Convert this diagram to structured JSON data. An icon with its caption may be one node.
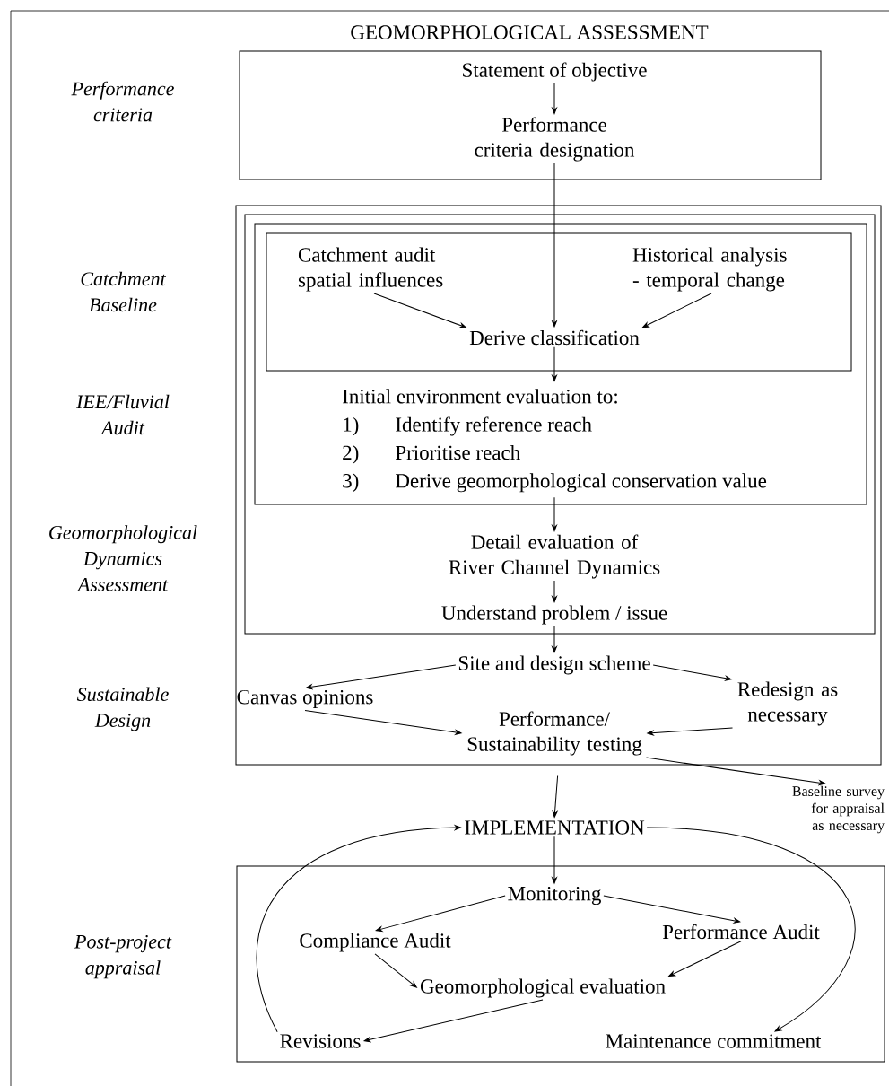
{
  "diagram": {
    "title": "GEOMORPHOLOGICAL ASSESSMENT",
    "nodes": [
      {
        "text": [],
        "shape": "box"
      },
      {
        "text": [
          "Statement of objective"
        ],
        "in": 0
      },
      {
        "text": [
          "Performance criteria designation"
        ],
        "in": 0
      },
      {
        "text": [],
        "shape": "box"
      },
      {
        "text": [],
        "shape": "box",
        "in": 3
      },
      {
        "text": [],
        "shape": "box",
        "in": 4
      },
      {
        "text": [],
        "shape": "box",
        "in": 5
      },
      {
        "text": [
          "Catchment audit spatial influences"
        ],
        "in": 6
      },
      {
        "text": [
          "Historical analysis - temporal change"
        ],
        "in": 6
      },
      {
        "text": [
          "Derive classification"
        ],
        "in": 6
      },
      {
        "text": [
          "Initial environment evaluation to:",
          "1)",
          "Identify reference reach",
          "2)",
          "Prioritise reach",
          "3)",
          "Derive geomorphological conservation value"
        ],
        "in": 5
      },
      {
        "text": [
          "Detail evaluation of River Channel Dynamics"
        ],
        "in": 4
      },
      {
        "text": [
          "Understand problem / issue"
        ],
        "in": 4
      },
      {
        "text": [
          "Site and design scheme"
        ],
        "in": 3
      },
      {
        "text": [
          "Canvas opinions"
        ],
        "in": 3
      },
      {
        "text": [
          "Redesign as necessary"
        ],
        "in": 3
      },
      {
        "text": [
          "Performance/ Sustainability testing"
        ],
        "in": 3
      },
      {
        "text": [
          "Baseline survey for appraisal as necessary"
        ]
      },
      {
        "text": [
          "IMPLEMENTATION"
        ]
      },
      {
        "text": [],
        "shape": "box"
      },
      {
        "text": [
          "Monitoring"
        ],
        "in": 19
      },
      {
        "text": [
          "Compliance Audit"
        ],
        "in": 19
      },
      {
        "text": [
          "Performance Audit"
        ],
        "in": 19
      },
      {
        "text": [
          "Geomorphological evaluation"
        ],
        "in": 19
      },
      {
        "text": [
          "Revisions"
        ],
        "in": 19
      },
      {
        "text": [
          "Maintenance commitment"
        ],
        "in": 19
      }
    ],
    "edges": [
      {
        "from": 1,
        "to": 2,
        "arrow": "to"
      },
      {
        "from": 2,
        "to": 9,
        "arrow": "to"
      },
      {
        "from": 7,
        "to": 9,
        "arrow": "to"
      },
      {
        "from": 8,
        "to": 9,
        "arrow": "to"
      },
      {
        "from": 9,
        "to": 10,
        "arrow": "to"
      },
      {
        "from": 10,
        "to": 11,
        "arrow": "to"
      },
      {
        "from": 11,
        "to": 12,
        "arrow": "to"
      },
      {
        "from": 12,
        "to": 13,
        "arrow": "to"
      },
      {
        "from": 13,
        "to": 14,
        "arrow": "to"
      },
      {
        "from": 13,
        "to": 15,
        "arrow": "to"
      },
      {
        "from": 14,
        "to": 16,
        "arrow": "to"
      },
      {
        "from": 15,
        "to": 16,
        "arrow": "to"
      },
      {
        "from": 16,
        "to": 17,
        "arrow": "to"
      },
      {
        "from": 3,
        "to": 18,
        "arrow": "to"
      },
      {
        "from": 18,
        "to": 20,
        "arrow": "to"
      },
      {
        "from": 20,
        "to": 21,
        "arrow": "to"
      },
      {
        "from": 20,
        "to": 22,
        "arrow": "to"
      },
      {
        "from": 21,
        "to": 23,
        "arrow": "to"
      },
      {
        "from": 22,
        "to": 23,
        "arrow": "to"
      },
      {
        "from": 23,
        "to": 24,
        "arrow": "to"
      },
      {
        "from": 24,
        "to": 18,
        "arrow": "to"
      },
      {
        "from": 18,
        "to": 25,
        "arrow": "to"
      }
    ],
    "labels": [
      "Performance criteria",
      "Catchment Baseline",
      "IEE/Fluvial Audit",
      "Geomorphological Dynamics Assessment",
      "Sustainable Design",
      "Post-project appraisal"
    ]
  }
}
